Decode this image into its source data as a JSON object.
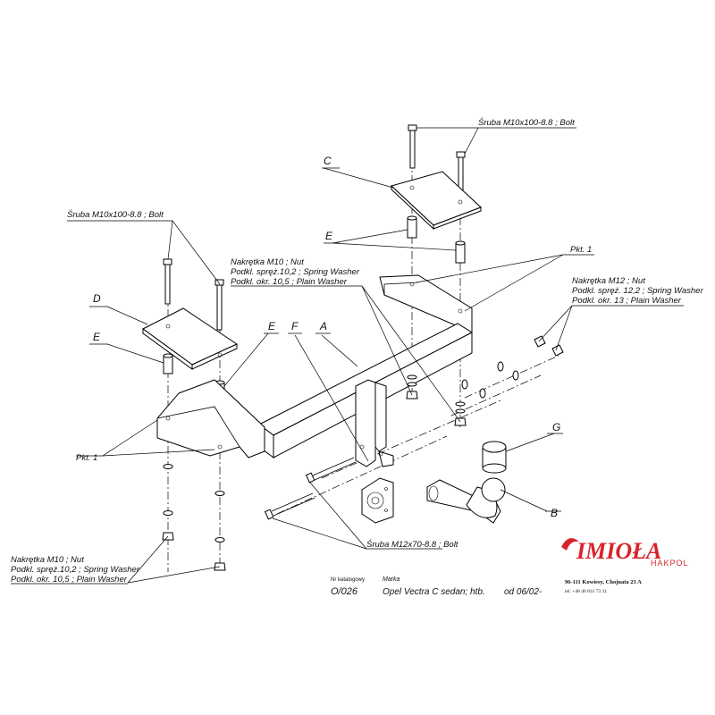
{
  "labels": {
    "bolt_top": "Śruba M10x100-8.8 ;  Bolt",
    "bolt_left": "Śruba M10x100-8.8 ;  Bolt",
    "bolt_bottom": "Śruba M12x70-8.8 ;  Bolt",
    "nut_m10_mid": [
      "Nakrętka  M10 ; Nut",
      "Podkl. spręż.10,2 ; Spring Washer",
      "Podkl. okr. 10,5 ; Plain Washer"
    ],
    "nut_m12": [
      "Nakrętka  M12 ; Nut",
      "Podkl. spręż. 12,2 ; Spring Washer",
      "Podkl. okr. 13 ; Plain Washer"
    ],
    "nut_m10_bottom": [
      "Nakrętka  M10 ; Nut",
      "Podkl. spręż.10,2 ; Spring Washer",
      "Podkl. okr. 10,5 ; Plain Washer"
    ],
    "pkt_right": "Pkt. 1",
    "pkt_left": "Pkt. 1"
  },
  "part_letters": {
    "a": "A",
    "b": "B",
    "c": "C",
    "d": "D",
    "e_top": "E",
    "e_left": "E",
    "e_mid": "E",
    "f": "F",
    "g": "G"
  },
  "footer": {
    "catalog_label": "Nr katalogowy",
    "catalog_value": "O/026",
    "brand_label": "Marka",
    "model": "Opel Vectra C sedan; htb.",
    "date": "od 06/02-"
  },
  "logo": {
    "name": "IMIOŁA",
    "sub": "HAKPOL",
    "address": "96-111 Kowiesy, Chojnata 23 A",
    "phone": "tel. +48 46 831 73 31",
    "color": "#d8242b"
  }
}
